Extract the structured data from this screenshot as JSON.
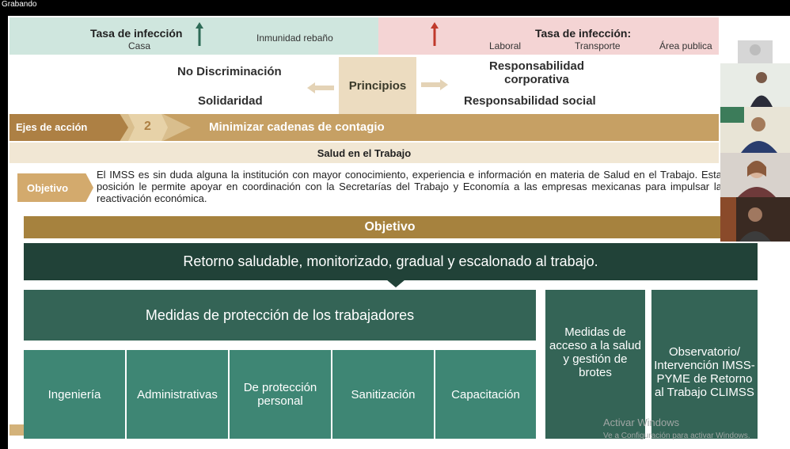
{
  "recording": {
    "label": "Grabando"
  },
  "window_controls": {
    "minimize": "—",
    "restore": "⧉",
    "close": "✕"
  },
  "top_left": {
    "title": "Tasa de infección",
    "sub": "Casa",
    "right_label": "Inmunidad rebaño",
    "arrow_color": "#2e6b57"
  },
  "top_right": {
    "title": "Tasa de infección:",
    "items": [
      "Laboral",
      "Transporte",
      "Área publica"
    ],
    "arrow_color": "#c0392b"
  },
  "principles": {
    "center": "Principios",
    "left_top": "No Discriminación",
    "left_bottom": "Solidaridad",
    "right_top": "Responsabilidad corporativa",
    "right_bottom": "Responsabilidad social"
  },
  "axes": {
    "label": "Ejes de acción",
    "number": "2",
    "title": "Minimizar cadenas de contagio"
  },
  "section_title": "Salud en el Trabajo",
  "objective": {
    "tag": "Objetivo",
    "text": "El IMSS es sin duda alguna la institución con mayor conocimiento, experiencia e información en materia de Salud en el Trabajo. Esta posición le permite apoyar en coordinación con la Secretarías del Trabajo y Economía a las empresas mexicanas para impulsar la reactivación económica."
  },
  "objective_bar": "Objetivo",
  "goal": "Retorno saludable, monitorizado, gradual y escalonado al trabajo.",
  "measures": {
    "title": "Medidas de protección de los trabajadores",
    "items": [
      "Ingeniería",
      "Administrativas",
      "De protección personal",
      "Sanitización",
      "Capacitación"
    ]
  },
  "access": "Medidas de acceso a la salud y gestión de brotes",
  "observatory": "Observatorio/ Intervención IMSS-PYME de Retorno al Trabajo CLIMSS",
  "watermark": {
    "line1": "Activar Windows",
    "line2": "Ve a Configuración para activar Windows."
  },
  "colors": {
    "dark_green": "#214238",
    "mid_green": "#346456",
    "light_green": "#3e8674",
    "gold": "#a6823e"
  }
}
